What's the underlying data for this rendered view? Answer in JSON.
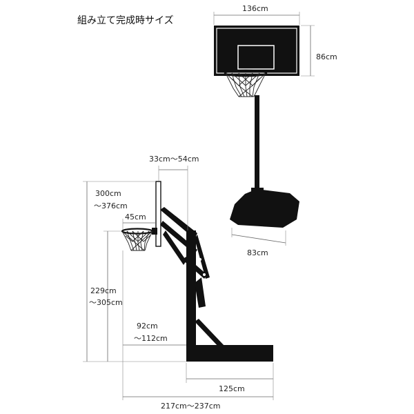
{
  "title": "組み立て完成時サイズ",
  "dimensions": {
    "backboard_width": "136cm",
    "backboard_height": "86cm",
    "base_depth_right": "83cm",
    "hoop_offset": "33cm～54cm",
    "height_total_line1": "300cm",
    "height_total_line2": "～376cm",
    "rim_extension": "45cm",
    "rim_height_line1": "229cm",
    "rim_height_line2": "～305cm",
    "pole_offset_line1": "92cm",
    "pole_offset_line2": "～112cm",
    "base_length": "125cm",
    "total_length": "217cm～237cm"
  },
  "colors": {
    "equipment": "#111111",
    "backboard_frame": "#ffffff",
    "dimension_line": "#666666"
  }
}
